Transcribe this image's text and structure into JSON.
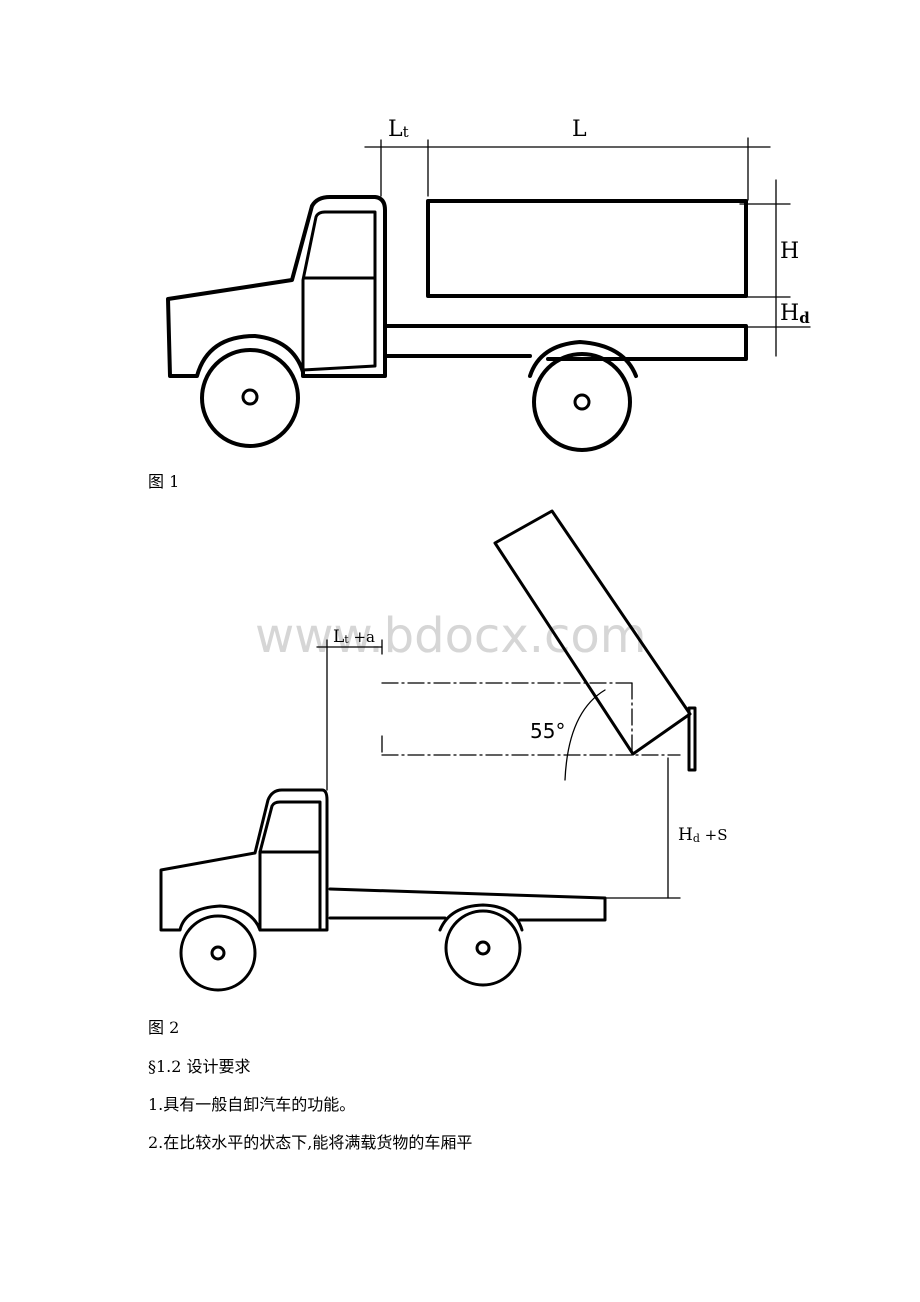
{
  "figure1": {
    "labels": {
      "lt": "L",
      "lt_sub": "t",
      "l": "L",
      "h": "H",
      "hd": "H",
      "hd_sub": "d"
    },
    "caption": "图 1"
  },
  "figure2": {
    "labels": {
      "lta": "L",
      "lta_sub": "t",
      "lta_suffix": " +a",
      "angle": "55°",
      "hds": "H",
      "hds_sub": "d",
      "hds_suffix": " +S"
    },
    "watermark": "www.bdocx.com",
    "caption": "图 2"
  },
  "section": {
    "heading": "§1.2 设计要求",
    "items": [
      "1.具有一般自卸汽车的功能。",
      "2.在比较水平的状态下,能将满载货物的车厢平"
    ]
  }
}
